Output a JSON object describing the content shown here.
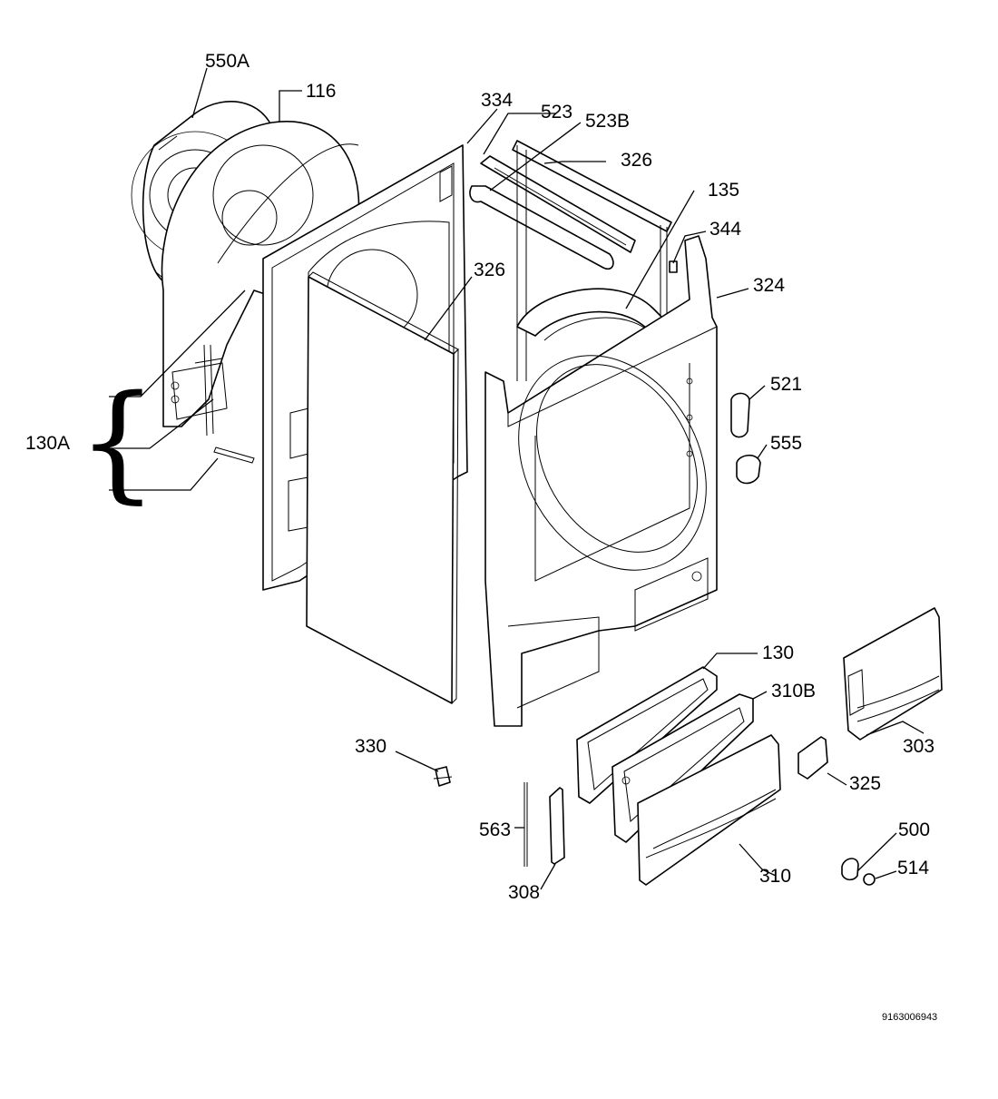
{
  "callouts": {
    "p550A": "550A",
    "p116": "116",
    "p334": "334",
    "p523": "523",
    "p523B": "523B",
    "p326_top": "326",
    "p135": "135",
    "p344": "344",
    "p326_mid": "326",
    "p324": "324",
    "p521": "521",
    "p555": "555",
    "p130A": "130A",
    "p130": "130",
    "p310B": "310B",
    "p330": "330",
    "p303": "303",
    "p325": "325",
    "p563": "563",
    "p500": "500",
    "p308": "308",
    "p310": "310",
    "p514": "514"
  },
  "document_number": "9163006943"
}
